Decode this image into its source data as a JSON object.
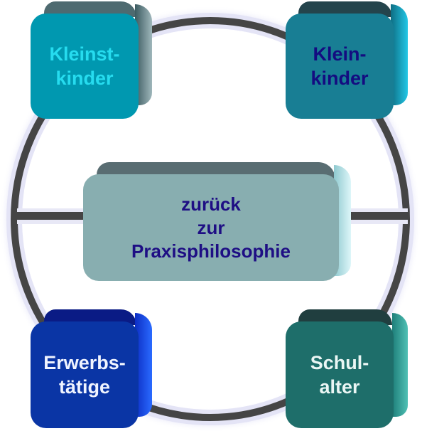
{
  "diagram": {
    "boxes": [
      {
        "id": "kleinstkinder",
        "line1": "Kleinst-",
        "line2": "kinder"
      },
      {
        "id": "kleinkinder",
        "line1": "Klein-",
        "line2": "kinder"
      },
      {
        "id": "erwerbstaetige",
        "line1": "Erwerbs-",
        "line2": "tätige"
      },
      {
        "id": "schulalter",
        "line1": "Schul-",
        "line2": "alter"
      }
    ],
    "center": {
      "line1": "zurück",
      "line2": "zur",
      "line3": "Praxisphilosophie"
    }
  }
}
